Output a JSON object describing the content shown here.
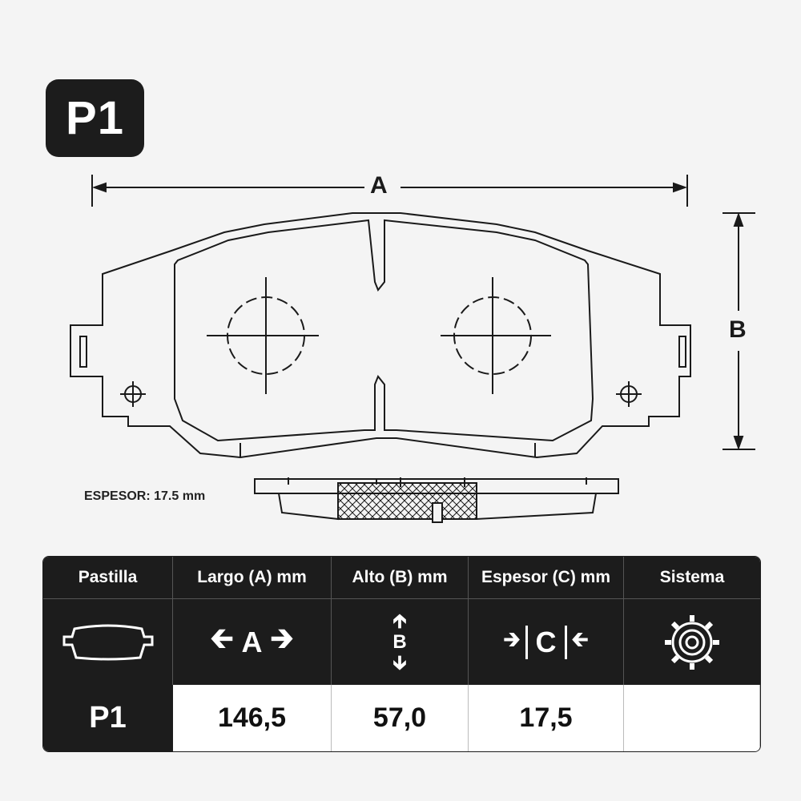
{
  "badge": "P1",
  "dimensions": {
    "a_label": "A",
    "b_label": "B"
  },
  "thickness_note": "ESPESOR: 17.5 mm",
  "table": {
    "headers": [
      "Pastilla",
      "Largo (A) mm",
      "Alto (B) mm",
      "Espesor (C) mm",
      "Sistema"
    ],
    "icon_letters": {
      "a": "A",
      "b": "B",
      "c": "C"
    },
    "row": {
      "name": "P1",
      "largo": "146,5",
      "alto": "57,0",
      "espesor": "17,5",
      "sistema": ""
    }
  },
  "icons": [
    "brake-pad-icon",
    "horizontal-arrows-icon",
    "vertical-arrows-icon",
    "thickness-arrows-icon",
    "gear-icon"
  ],
  "colors": {
    "dark": "#1c1c1c",
    "background": "#f4f4f4",
    "line": "#1a1a1a"
  }
}
